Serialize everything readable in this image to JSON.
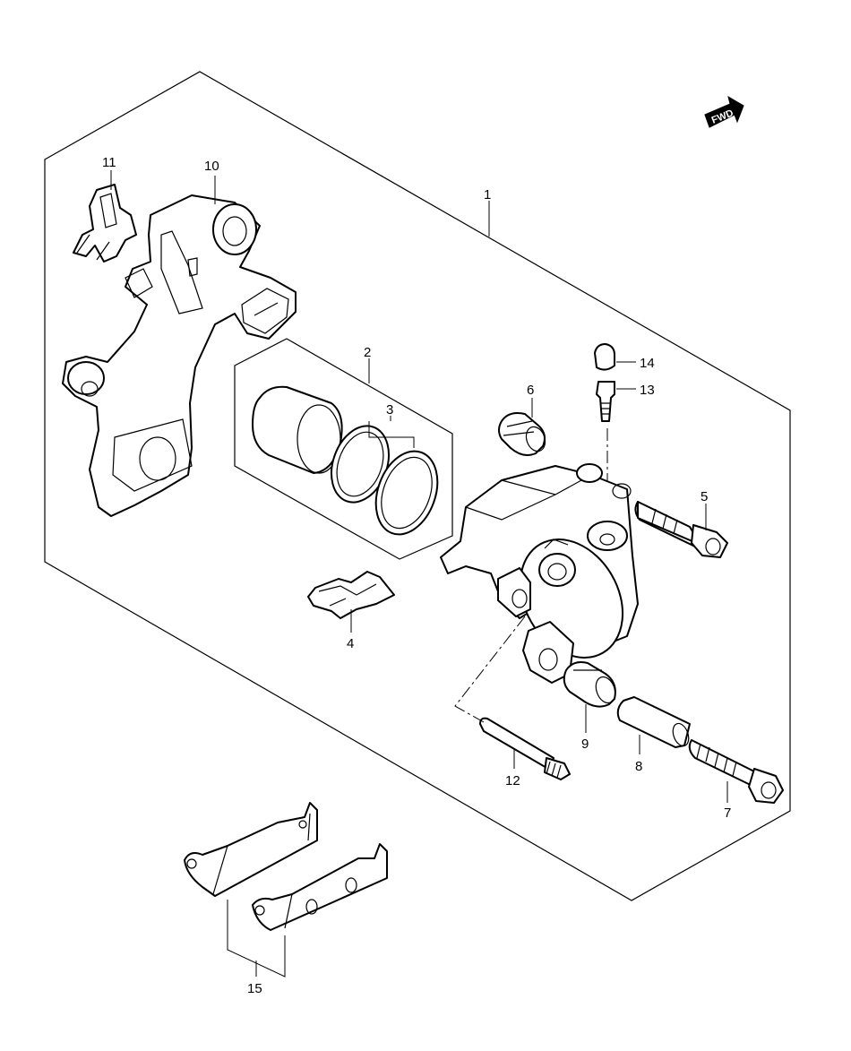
{
  "fwd_label": "FWD",
  "callouts": [
    {
      "id": "1",
      "text": "1"
    },
    {
      "id": "2",
      "text": "2"
    },
    {
      "id": "3",
      "text": "3"
    },
    {
      "id": "4",
      "text": "4"
    },
    {
      "id": "5",
      "text": "5"
    },
    {
      "id": "6",
      "text": "6"
    },
    {
      "id": "7",
      "text": "7"
    },
    {
      "id": "8",
      "text": "8"
    },
    {
      "id": "9",
      "text": "9"
    },
    {
      "id": "10",
      "text": "10"
    },
    {
      "id": "11",
      "text": "11"
    },
    {
      "id": "12",
      "text": "12"
    },
    {
      "id": "13",
      "text": "13"
    },
    {
      "id": "14",
      "text": "14"
    },
    {
      "id": "15",
      "text": "15"
    }
  ]
}
